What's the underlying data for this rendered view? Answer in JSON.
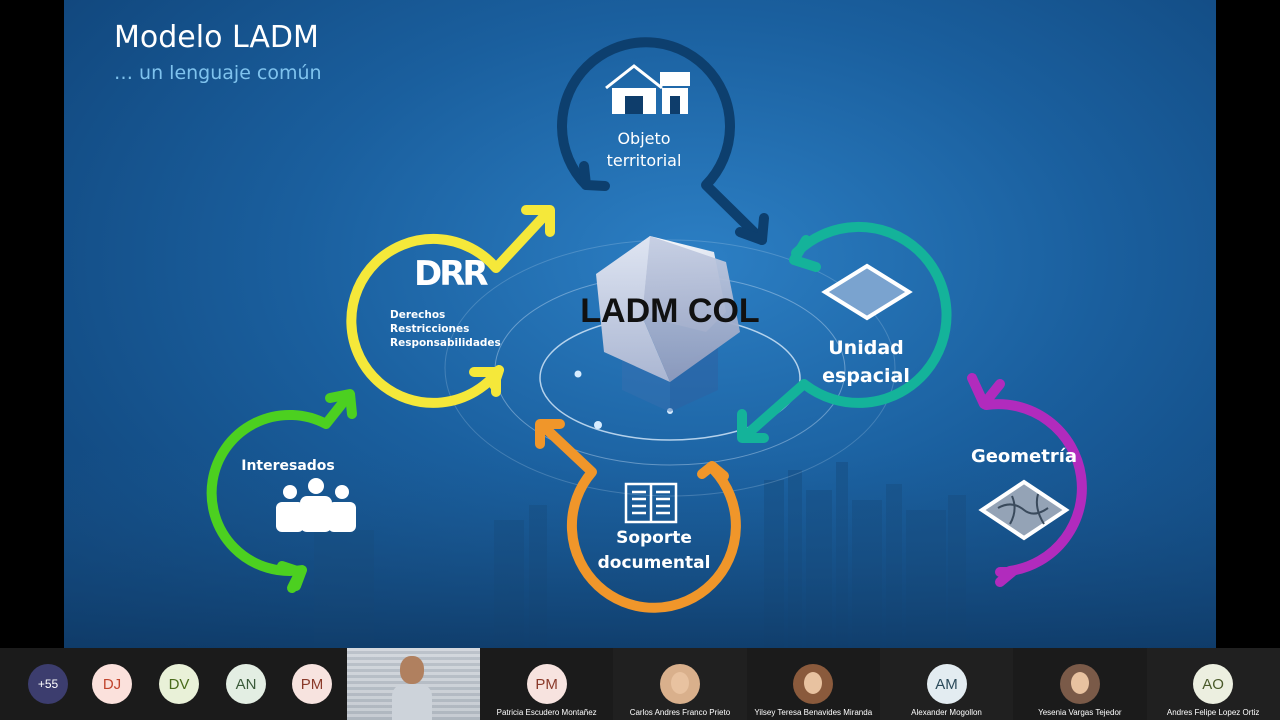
{
  "slide": {
    "title": "Modelo LADM",
    "subtitle": "… un lenguaje común",
    "center_label": "LADM COL",
    "objeto": "Objeto\nterritorial",
    "unidad": "Unidad\nespacial",
    "geometria": "Geometría",
    "soporte": "Soporte\ndocumental",
    "interesados": "Interesados",
    "drr_logo": "DRR",
    "drr_text": "Derechos\nRestricciones\nResponsabilidades"
  },
  "colors": {
    "objeto": "#0d3f6e",
    "unidad": "#14b39a",
    "geometria": "#b12bbd",
    "soporte": "#f0962a",
    "interesados": "#4cd020",
    "drr": "#f5e83a"
  },
  "participants_bar": {
    "overflow_count": "+55",
    "small_tiles": [
      {
        "initials": "DJ",
        "bg": "#fbe1dc",
        "fg": "#c0442d"
      },
      {
        "initials": "DV",
        "bg": "#e9f1d8",
        "fg": "#4a6b1c"
      },
      {
        "initials": "AN",
        "bg": "#e3eee3",
        "fg": "#3a5a3a"
      },
      {
        "initials": "PM",
        "bg": "#f7e3df",
        "fg": "#8a3a2a"
      }
    ],
    "named_tiles": [
      {
        "initials": "PM",
        "name": "Patricia Escudero Montañez",
        "bg": "#f7e3df",
        "fg": "#8a3a2a",
        "photo": false
      },
      {
        "initials": "",
        "name": "Carlos Andres Franco Prieto",
        "bg": "#d9b08c",
        "fg": "#333",
        "photo": true
      },
      {
        "initials": "",
        "name": "Yilsey Teresa Benavides Miranda",
        "bg": "#8a5a3c",
        "fg": "#333",
        "photo": true
      },
      {
        "initials": "AM",
        "name": "Alexander Mogollon",
        "bg": "#e3ecf1",
        "fg": "#2b4a5a",
        "photo": false
      },
      {
        "initials": "",
        "name": "Yesenia Vargas Tejedor",
        "bg": "#7a5a48",
        "fg": "#333",
        "photo": true
      },
      {
        "initials": "AO",
        "name": "Andres Felipe Lopez Ortiz",
        "bg": "#ecefe0",
        "fg": "#4a5a2a",
        "photo": false
      }
    ]
  }
}
